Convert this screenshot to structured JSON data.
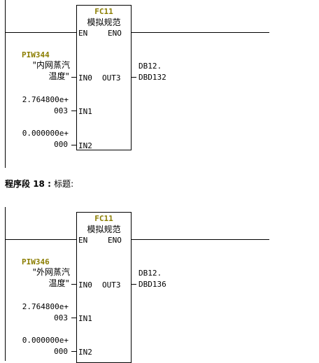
{
  "networks": [
    {
      "block": {
        "name": "FC11",
        "title": "模拟规范",
        "en": "EN",
        "eno": "ENO",
        "in0": "IN0",
        "in1": "IN1",
        "in2": "IN2",
        "out3": "OUT3"
      },
      "in0_symbol": "PIW344",
      "in0_comment_line1": "\"内网蒸汽",
      "in0_comment_line2": "温度\"",
      "in1_value_line1": "2.764800e+",
      "in1_value_line2": "003",
      "in2_value_line1": "0.000000e+",
      "in2_value_line2": "000",
      "out3_line1": "DB12.",
      "out3_line2": "DBD132"
    },
    {
      "header": {
        "label": "程序段",
        "number": "18",
        "separator": ":",
        "title": "标题:"
      },
      "block": {
        "name": "FC11",
        "title": "模拟规范",
        "en": "EN",
        "eno": "ENO",
        "in0": "IN0",
        "in1": "IN1",
        "in2": "IN2",
        "out3": "OUT3"
      },
      "in0_symbol": "PIW346",
      "in0_comment_line1": "\"外网蒸汽",
      "in0_comment_line2": "温度\"",
      "in1_value_line1": "2.764800e+",
      "in1_value_line2": "003",
      "in2_value_line1": "0.000000e+",
      "in2_value_line2": "000",
      "out3_line1": "DB12.",
      "out3_line2": "DBD136"
    }
  ]
}
